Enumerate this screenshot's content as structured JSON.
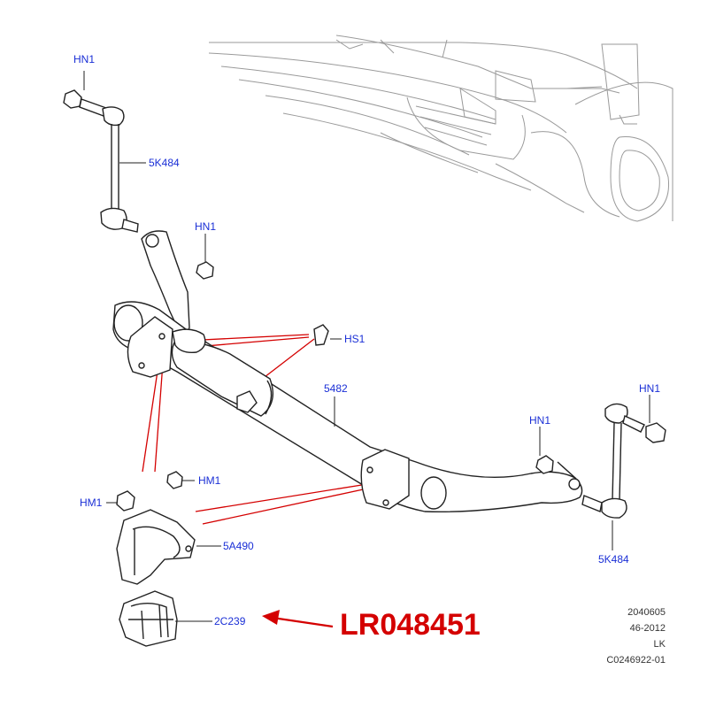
{
  "colors": {
    "label": "#1a2fd6",
    "leader": "#d40000",
    "part_number": "#d40000",
    "outline": "#222222",
    "background_art": "#9a9a9a"
  },
  "labels": {
    "hn1_top_left": "HN1",
    "link_5k484_left": "5K484",
    "hn1_mid_left": "HN1",
    "hs1": "HS1",
    "bar_5482": "5482",
    "hn1_right_outer": "HN1",
    "hn1_right_inner": "HN1",
    "hm1_left": "HM1",
    "hm1_right": "HM1",
    "clamp_5a490": "5A490",
    "link_5k484_right": "5K484",
    "bush_2c239": "2C239"
  },
  "callout": {
    "part_number": "LR048451"
  },
  "footer": {
    "line1": "2040605",
    "line2": "46-2012",
    "line3": "LK",
    "line4": "C0246922-01"
  }
}
